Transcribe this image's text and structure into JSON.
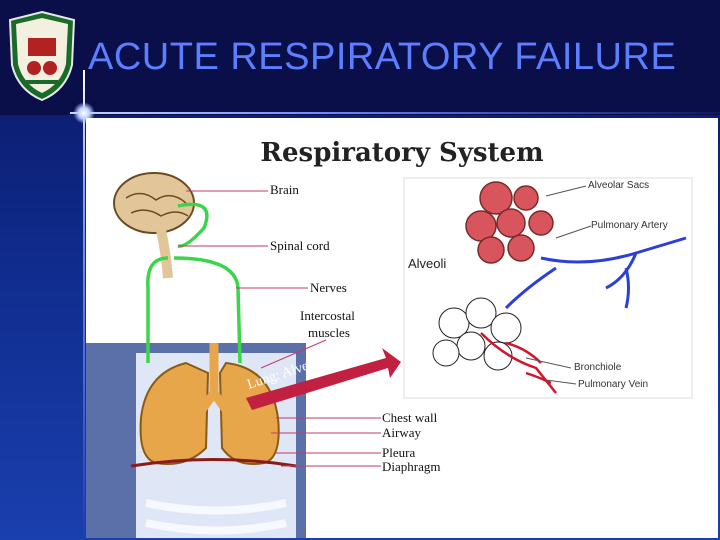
{
  "header": {
    "title": "ACUTE RESPIRATORY FAILURE"
  },
  "figure": {
    "title": "Respiratory System",
    "labels": {
      "brain": "Brain",
      "spinal_cord": "Spinal cord",
      "nerves": "Nerves",
      "intercostal_1": "Intercostal",
      "intercostal_2": "muscles",
      "lung_unit": "Lung: Alveolar Unit",
      "chest_wall": "Chest wall",
      "airway": "Airway",
      "pleura": "Pleura",
      "diaphragm": "Diaphragm"
    },
    "inset": {
      "title": "Alveoli",
      "alveolar_sacs": "Alveolar Sacs",
      "pulmonary_artery": "Pulmonary Artery",
      "bronchiole": "Bronchiole",
      "pulmonary_vein": "Pulmonary Vein"
    }
  },
  "colors": {
    "title": "#5b7fff",
    "nerve": "#39d64a",
    "artery": "#2d3fd8",
    "vein": "#d4142a",
    "lung": "#e8a64a"
  }
}
